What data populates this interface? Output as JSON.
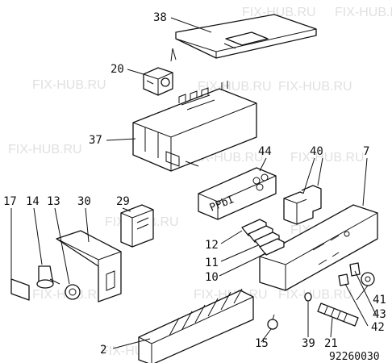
{
  "diagram": {
    "parts": [
      {
        "id": "p38",
        "label": "38"
      },
      {
        "id": "p20",
        "label": "20"
      },
      {
        "id": "p37",
        "label": "37"
      },
      {
        "id": "p44",
        "label": "44"
      },
      {
        "id": "p40",
        "label": "40"
      },
      {
        "id": "p7",
        "label": "7"
      },
      {
        "id": "p17",
        "label": "17"
      },
      {
        "id": "p14",
        "label": "14"
      },
      {
        "id": "p13",
        "label": "13"
      },
      {
        "id": "p30",
        "label": "30"
      },
      {
        "id": "p29",
        "label": "29"
      },
      {
        "id": "p12",
        "label": "12"
      },
      {
        "id": "p11",
        "label": "11"
      },
      {
        "id": "p10",
        "label": "10"
      },
      {
        "id": "p41",
        "label": "41"
      },
      {
        "id": "p43",
        "label": "43"
      },
      {
        "id": "p42",
        "label": "42"
      },
      {
        "id": "p2",
        "label": "2"
      },
      {
        "id": "p15",
        "label": "15"
      },
      {
        "id": "p39",
        "label": "39"
      },
      {
        "id": "p21",
        "label": "21"
      }
    ],
    "drawing_code": "92260030",
    "watermark": "FIX-HUB.RU",
    "panel_glyphs": "PPbI"
  }
}
